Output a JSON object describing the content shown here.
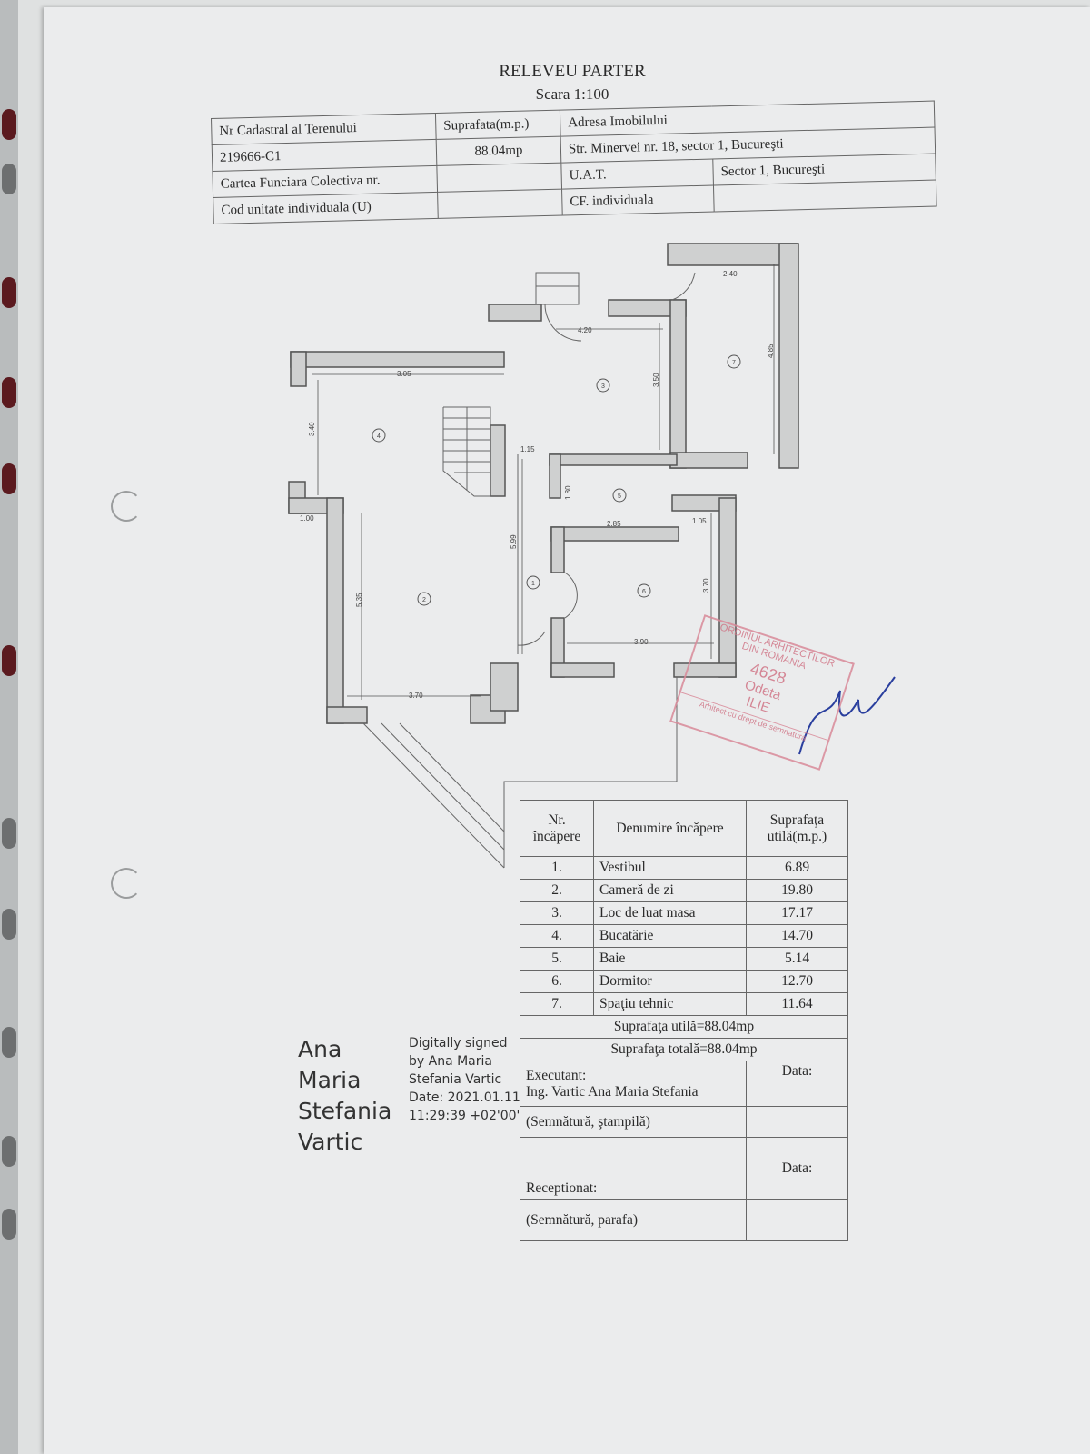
{
  "document": {
    "title": "RELEVEU PARTER",
    "scale": "Scara 1:100"
  },
  "header_table": {
    "nr_cadastral_label": "Nr Cadastral al Terenului",
    "nr_cadastral_value": "219666-C1",
    "suprafata_label": "Suprafata(m.p.)",
    "suprafata_value": "88.04mp",
    "adresa_label": "Adresa Imobilului",
    "adresa_value": "Str. Minervei nr. 18, sector 1, Bucureşti",
    "carte_funciara_label": "Cartea Funciara Colectiva nr.",
    "uat_label": "U.A.T.",
    "uat_value": "Sector 1, Bucureşti",
    "cod_unitate_label": "Cod unitate individuala (U)",
    "cf_individuala_label": "CF. individuala"
  },
  "plan": {
    "dimensions": [
      "2.40",
      "4.20",
      "3.05",
      "3.50",
      "4.85",
      "3.40",
      "1.15",
      "1.80",
      "2.85",
      "1.05",
      "1.00",
      "5.99",
      "5.35",
      "3.70",
      "3.90",
      "3.70"
    ],
    "room_markers": [
      "1",
      "2",
      "3",
      "4",
      "5",
      "6",
      "7"
    ]
  },
  "rooms_table": {
    "headers": [
      "Nr. încăpere",
      "Denumire încăpere",
      "Suprafaţa utilă(m.p.)"
    ],
    "rows": [
      {
        "nr": "1.",
        "name": "Vestibul",
        "area": "6.89"
      },
      {
        "nr": "2.",
        "name": "Cameră de zi",
        "area": "19.80"
      },
      {
        "nr": "3.",
        "name": "Loc de luat masa",
        "area": "17.17"
      },
      {
        "nr": "4.",
        "name": "Bucatărie",
        "area": "14.70"
      },
      {
        "nr": "5.",
        "name": "Baie",
        "area": "5.14"
      },
      {
        "nr": "6.",
        "name": "Dormitor",
        "area": "12.70"
      },
      {
        "nr": "7.",
        "name": "Spaţiu tehnic",
        "area": "11.64"
      }
    ],
    "total_util": "Suprafaţa utilă=88.04mp",
    "total": "Suprafaţa totală=88.04mp",
    "executant_label": "Executant:",
    "executant_name": "Ing. Vartic Ana Maria Stefania",
    "data_label_1": "Data:",
    "semnatura_stampila": "(Semnătură, ştampilă)",
    "receptionat_label": "Receptionat:",
    "data_label_2": "Data:",
    "semnatura_parafa": "(Semnătură, parafa)"
  },
  "digital_signature": {
    "name_lines": [
      "Ana Maria",
      "Stefania",
      "Vartic"
    ],
    "details": [
      "Digitally signed",
      "by Ana Maria",
      "Stefania Vartic",
      "Date: 2021.01.11",
      "11:29:39 +02'00'"
    ]
  },
  "stamp": {
    "line1": "ORDINUL ARHITECTILOR",
    "line2": "DIN ROMANIA",
    "number": "4628",
    "name1": "Odeta",
    "name2": "ILIE",
    "footer": "Arhitect cu drept de semnatura"
  },
  "colors": {
    "stamp": "#d07586",
    "signature_ink": "#2a3f9e",
    "wall_fill": "#cfd0d0"
  }
}
